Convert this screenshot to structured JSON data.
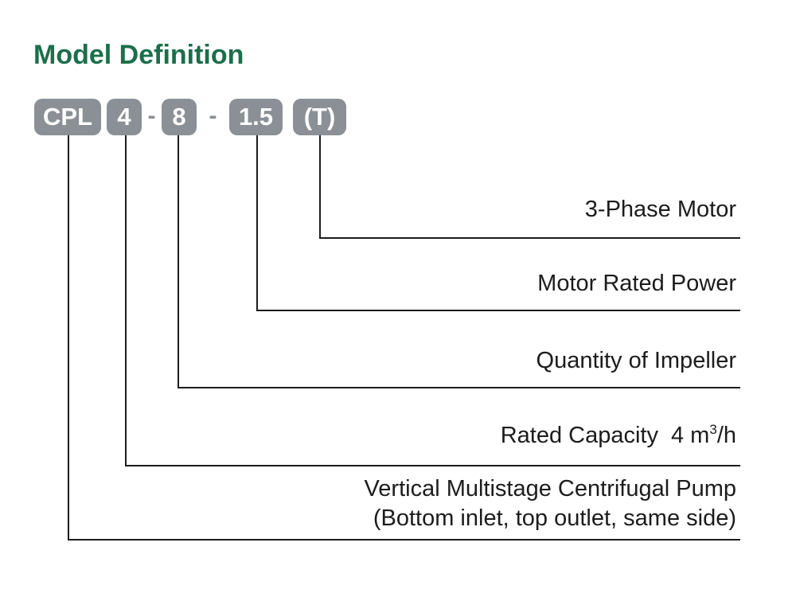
{
  "page": {
    "title": "Model Definition"
  },
  "model_code": {
    "separator": "-",
    "segments": [
      {
        "id": "series",
        "text": "CPL"
      },
      {
        "id": "capacity",
        "text": "4"
      },
      {
        "id": "impellers",
        "text": "8"
      },
      {
        "id": "power",
        "text": "1.5"
      },
      {
        "id": "phase",
        "text": "(T)"
      }
    ]
  },
  "callouts": [
    {
      "for": "(T)",
      "label": "3-Phase Motor"
    },
    {
      "for": "1.5",
      "label": "Motor Rated Power"
    },
    {
      "for": "8",
      "label": "Quantity of Impeller"
    },
    {
      "for": "4",
      "label_prefix": "Rated Capacity",
      "value": "4 m",
      "value_sup": "3",
      "value_unit": "/h"
    },
    {
      "for": "CPL",
      "label_line1": "Vertical Multistage Centrifugal Pump",
      "label_line2": "(Bottom inlet, top outlet, same side)"
    }
  ],
  "colors": {
    "accent_green": "#1b6f4a",
    "chip_gray": "#8a9096",
    "line": "#1c1c1c",
    "background": "#ffffff"
  }
}
